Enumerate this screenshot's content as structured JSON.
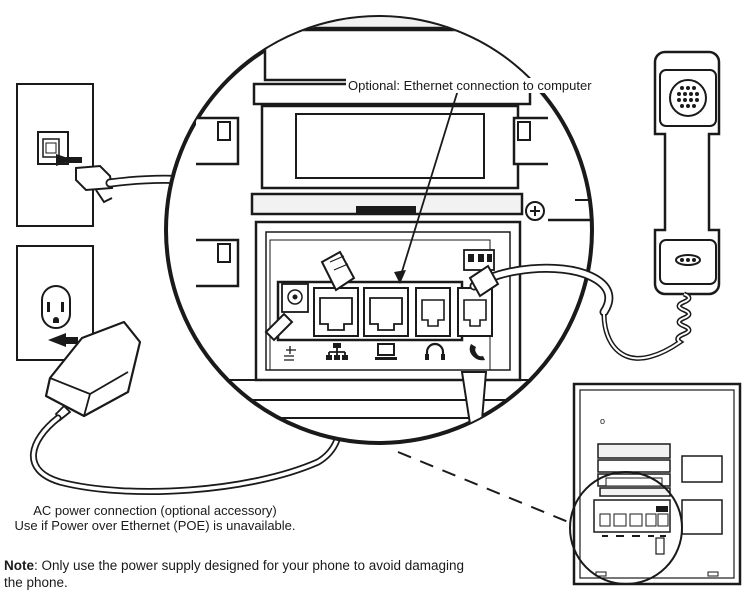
{
  "labels": {
    "ethernet_callout": "Optional: Ethernet connection to computer",
    "ac_power_line1": "AC power connection (optional accessory)",
    "ac_power_line2": "Use if Power over Ethernet (POE) is unavailable.",
    "note_bold": "Note",
    "note_text": ": Only use the power supply designed for your phone to avoid damaging the phone."
  },
  "port_icons": [
    "power-dc-icon",
    "network-icon",
    "computer-icon",
    "headset-icon",
    "handset-icon"
  ],
  "colors": {
    "line": "#1a1a1a",
    "fill": "#ffffff",
    "panel": "#f2f2f2"
  }
}
